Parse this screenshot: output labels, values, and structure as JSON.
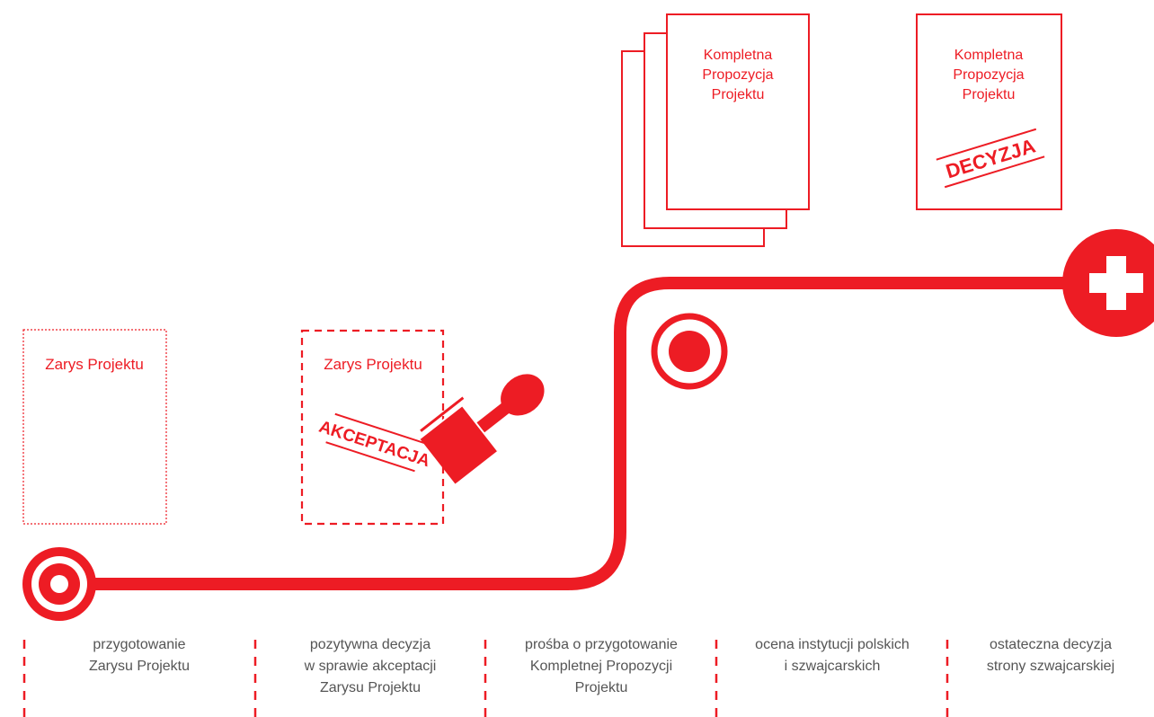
{
  "colors": {
    "accent": "#ed1c24",
    "text": "#555555",
    "background": "#ffffff"
  },
  "outline_doc": {
    "title": "Zarys Projektu"
  },
  "accepted_doc": {
    "title": "Zarys Projektu",
    "stamp": "AKCEPTACJA"
  },
  "full_proposal_stack": {
    "title": [
      "Kompletna",
      "Propozycja",
      "Projektu"
    ]
  },
  "final_doc": {
    "title": [
      "Kompletna",
      "Propozycja",
      "Projektu"
    ],
    "stamp": "DECYZJA"
  },
  "icons": {
    "start": "target-icon",
    "middle": "target-icon",
    "end": "swiss-cross-icon",
    "stamp": "rubber-stamp-icon"
  },
  "steps": [
    {
      "lines": [
        "przygotowanie",
        "Zarysu Projektu"
      ]
    },
    {
      "lines": [
        "pozytywna decyzja",
        "w sprawie akceptacji",
        "Zarysu Projektu"
      ]
    },
    {
      "lines": [
        "prośba o przygotowanie",
        "Kompletnej Propozycji",
        "Projektu"
      ]
    },
    {
      "lines": [
        "ocena instytucji polskich",
        "i szwajcarskich"
      ]
    },
    {
      "lines": [
        "ostateczna decyzja",
        "strony szwajcarskiej"
      ]
    }
  ]
}
